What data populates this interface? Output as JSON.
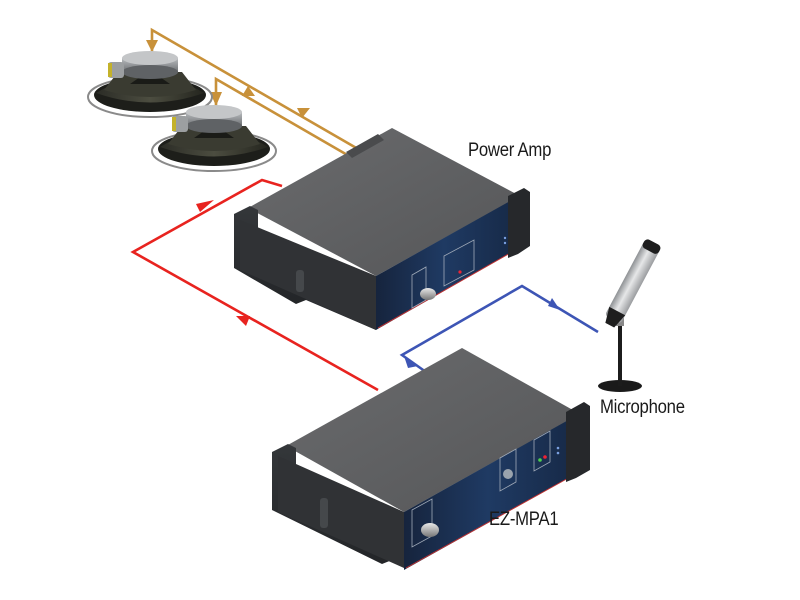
{
  "diagram": {
    "title": "EZ-MPA1 microphone preamp to power amp wiring",
    "components": [
      {
        "id": "speaker-1",
        "type": "speaker"
      },
      {
        "id": "speaker-2",
        "type": "speaker"
      },
      {
        "id": "power-amp",
        "type": "amplifier",
        "label": "Power Amp"
      },
      {
        "id": "ez-mpa1",
        "type": "mic-preamp",
        "label": "EZ-MPA1"
      },
      {
        "id": "microphone",
        "type": "microphone",
        "label": "Microphone"
      }
    ],
    "connections": [
      {
        "from": "power-amp",
        "to": "speaker-1",
        "signal": "speaker-level",
        "color": "#c8913a"
      },
      {
        "from": "power-amp",
        "to": "speaker-2",
        "signal": "speaker-level",
        "color": "#c8913a"
      },
      {
        "from": "ez-mpa1",
        "to": "power-amp",
        "signal": "line-level",
        "color": "#e8231f"
      },
      {
        "from": "microphone",
        "to": "ez-mpa1",
        "signal": "mic-level",
        "color": "#3d55b5"
      }
    ]
  },
  "labels": {
    "power_amp": "Power Amp",
    "microphone": "Microphone",
    "ez_mpa1": "EZ-MPA1"
  },
  "colors": {
    "speaker_wire": "#c8913a",
    "line_wire": "#e8231f",
    "mic_wire": "#3d55b5",
    "chassis_top": "#5f6062",
    "chassis_front": "#2e3033",
    "panel_blue": "#1d3557"
  }
}
